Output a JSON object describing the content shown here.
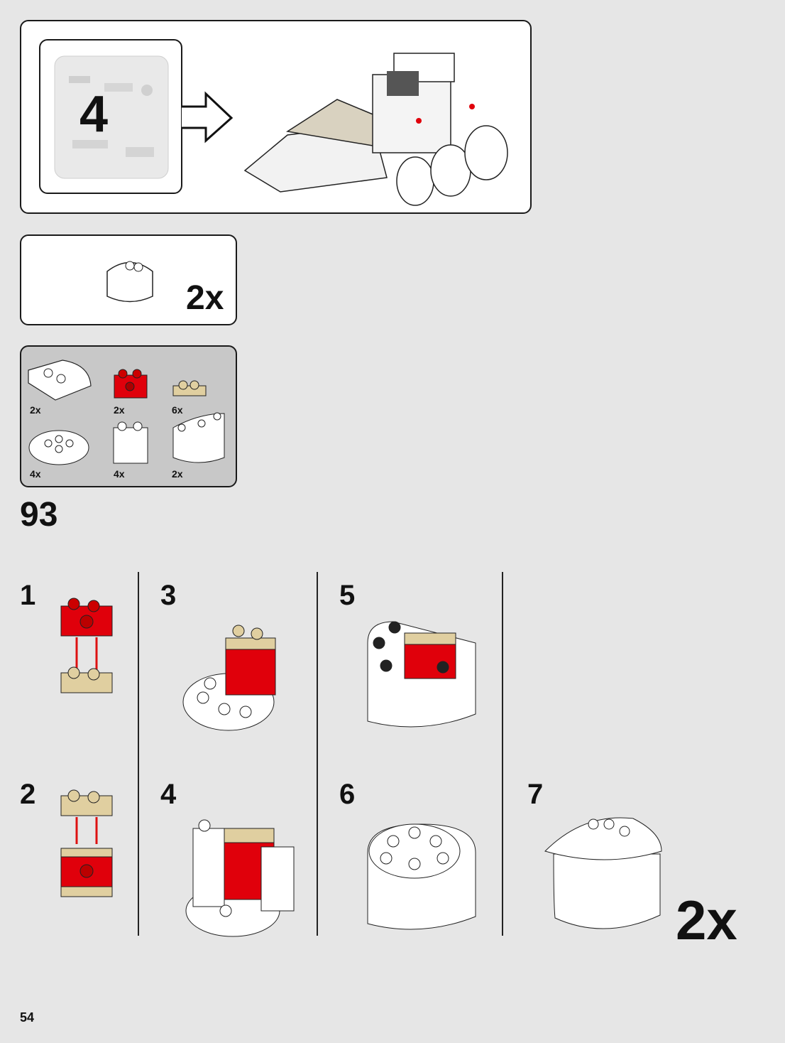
{
  "bag": {
    "number": "4"
  },
  "subassembly": {
    "multiplier": "2x"
  },
  "parts": [
    {
      "qty": "2x",
      "icon": "white-curved-slope-icon"
    },
    {
      "qty": "2x",
      "icon": "red-technic-brick-icon"
    },
    {
      "qty": "6x",
      "icon": "tan-plate-1x2-icon"
    },
    {
      "qty": "4x",
      "icon": "white-round-plate-icon"
    },
    {
      "qty": "4x",
      "icon": "white-brick-1x1-icon"
    },
    {
      "qty": "2x",
      "icon": "white-round-corner-brick-icon"
    }
  ],
  "main_step": "93",
  "sub_steps": [
    "1",
    "2",
    "3",
    "4",
    "5",
    "6",
    "7"
  ],
  "final_multiplier": "2x",
  "page_number": "54",
  "colors": {
    "red": "#e0000b",
    "tan": "#e0cfa0",
    "white": "#ffffff",
    "background": "#e6e6e6",
    "panel_gray": "#c8c8c8"
  }
}
